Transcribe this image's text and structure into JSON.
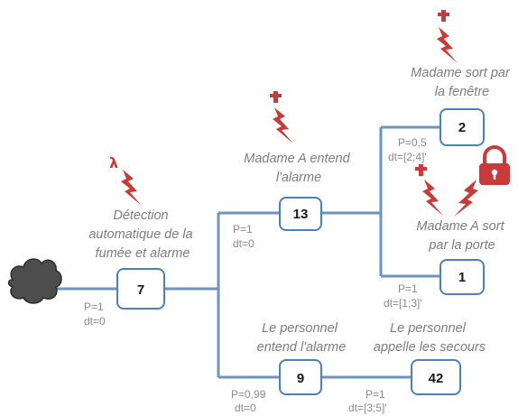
{
  "nodes": {
    "n7": "7",
    "n13": "13",
    "n2": "2",
    "n1": "1",
    "n9": "9",
    "n42": "42"
  },
  "events": {
    "detection": [
      "Détection",
      "automatique de la",
      "fumée et alarme"
    ],
    "madame_entend": [
      "Madame A entend",
      "l'alarme"
    ],
    "madame_fenetre": [
      "Madame sort par",
      "la fenêtre"
    ],
    "madame_porte": [
      "Madame A sort",
      "par la porte"
    ],
    "personnel_entend": [
      "Le personnel",
      "entend l'alarme"
    ],
    "personnel_appelle": [
      "Le personnel",
      "appelle les secours"
    ]
  },
  "params": {
    "p7": [
      "P=1",
      "dt=0"
    ],
    "p13": [
      "P=1",
      "dt=0"
    ],
    "p2": [
      "P=0,5",
      "dt=[2;4]'"
    ],
    "p1": [
      "P=1",
      "dt=[1;3]'"
    ],
    "p9": [
      "P=0,99",
      "dt=0"
    ],
    "p42": [
      "P=1",
      "dt=[3;5]'"
    ]
  },
  "symbols": {
    "lambda": "λ"
  },
  "icons": [
    "cloud-icon",
    "lightning-bolt-icon",
    "cross-icon",
    "padlock-icon"
  ],
  "colors": {
    "link": "#6f93bf",
    "node_border": "#4f7fba",
    "event_text": "#7d7d7d",
    "param_text": "#8a8a8a",
    "hazard_red": "#c93a3a"
  }
}
